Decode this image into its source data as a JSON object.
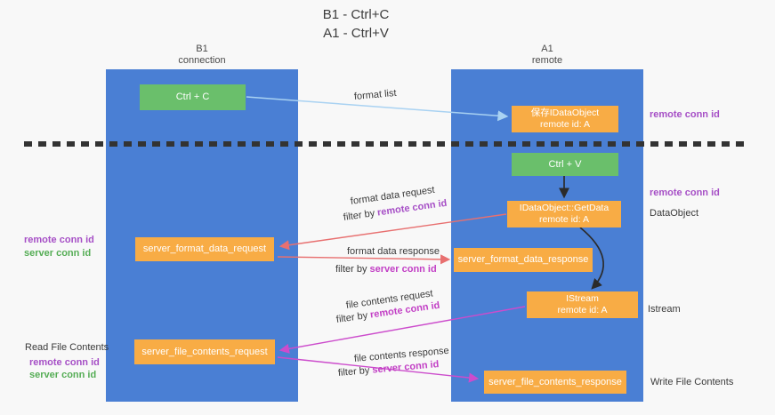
{
  "title": {
    "line1": "B1 - Ctrl+C",
    "line2": "A1 - Ctrl+V"
  },
  "columns": {
    "left": {
      "name": "B1",
      "role": "connection"
    },
    "right": {
      "name": "A1",
      "role": "remote"
    }
  },
  "boxes": {
    "ctrl_c": {
      "label": "Ctrl + C"
    },
    "save_obj": {
      "line1": "保存IDataObject",
      "line2": "remote id: A"
    },
    "ctrl_v": {
      "label": "Ctrl + V"
    },
    "getdata": {
      "line1": "IDataObject::GetData",
      "line2": "remote id: A"
    },
    "format_request": {
      "label": "server_format_data_request"
    },
    "format_response": {
      "label": "server_format_data_response"
    },
    "istream": {
      "line1": "IStream",
      "line2": "remote id: A"
    },
    "file_request": {
      "label": "server_file_contents_request"
    },
    "file_response": {
      "label": "server_file_contents_response"
    }
  },
  "flow_labels": {
    "format_list": "format list",
    "format_data_request": "format data request",
    "format_data_request_filter_prefix": "filter by ",
    "format_data_request_filter_key": "remote conn id",
    "format_data_response": "format data response",
    "format_data_response_filter_prefix": "filter by ",
    "format_data_response_filter_key": "server conn id",
    "file_contents_request": "file contents request",
    "file_contents_request_filter_prefix": "filter by ",
    "file_contents_request_filter_key": "remote conn id",
    "file_contents_response": "file contents response",
    "file_contents_response_filter_prefix": "filter by ",
    "file_contents_response_filter_key": "server conn id"
  },
  "side_labels": {
    "right_remote_conn_top": "remote conn id",
    "right_remote_conn_mid": "remote conn id",
    "right_dataobject": "DataObject",
    "right_istream": "Istream",
    "right_write_file": "Write File Contents",
    "left_remote_conn_mid": "remote conn id",
    "left_server_conn_mid": "server conn id",
    "left_read_file": "Read File Contents",
    "left_remote_conn_bottom": "remote conn id",
    "left_server_conn_bottom": "server conn id"
  },
  "colors": {
    "column_blue": "#4a7fd4",
    "box_orange": "#f8ac45",
    "box_green": "#6abf6b",
    "label_purple": "#a64fc6",
    "label_green": "#55ad55",
    "label_magenta": "#c23fc5",
    "arrow_red": "#e87070",
    "arrow_magenta": "#cc4ccc",
    "arrow_lightblue": "#a9d2f2",
    "arrow_black": "#2b2b2b",
    "separator_dark": "#333333"
  }
}
